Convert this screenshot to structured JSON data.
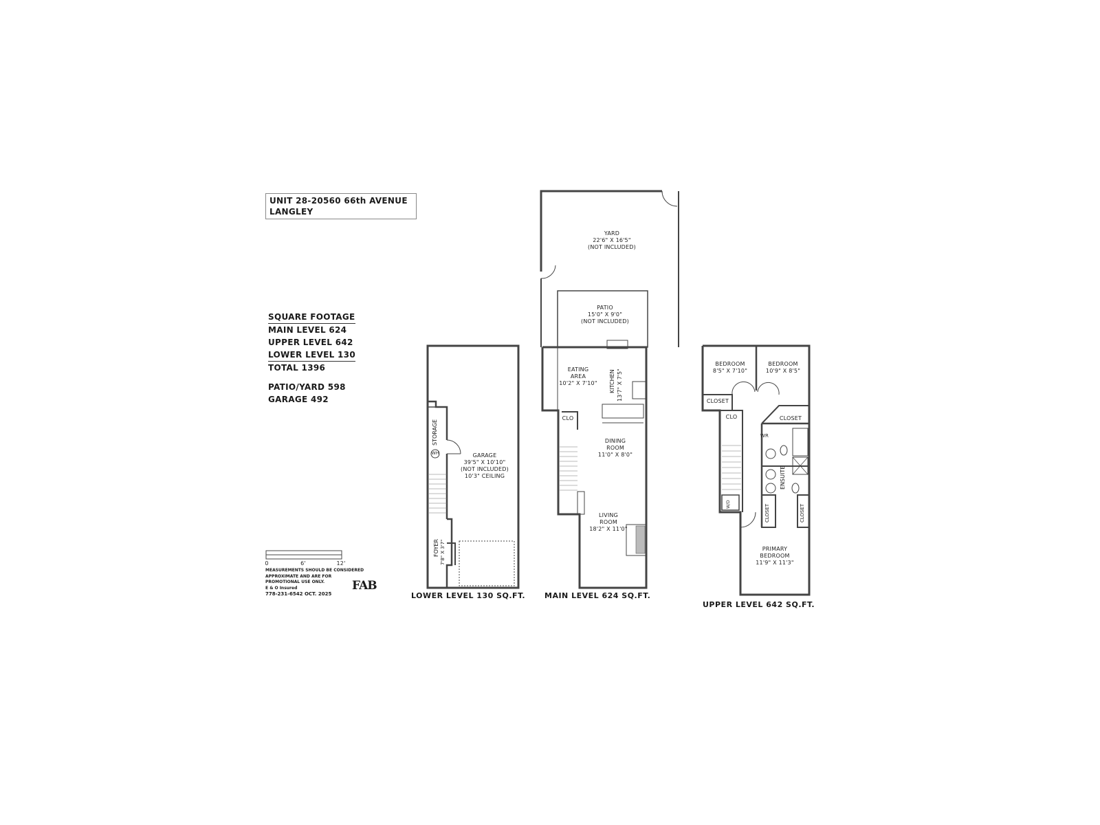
{
  "title": {
    "line1": "UNIT 28-20560 66th AVENUE",
    "line2": "LANGLEY"
  },
  "square_footage": {
    "heading": "SQUARE FOOTAGE",
    "main": "MAIN LEVEL 624",
    "upper": "UPPER LEVEL 642",
    "lower": "LOWER LEVEL 130",
    "total": "TOTAL 1396",
    "patio_yard": "PATIO/YARD 598",
    "garage": "GARAGE 492"
  },
  "scale_bar": {
    "ticks": [
      "0",
      "6'",
      "12'"
    ]
  },
  "disclaimer": {
    "line1": "MEASUREMENTS SHOULD BE CONSIDERED",
    "line2": "APPROXIMATE AND ARE FOR",
    "line3": "PROMOTIONAL USE ONLY.",
    "line4": "E & O Insured",
    "line5": "778-231-6542  OCT. 2025"
  },
  "logo": {
    "text": "FAB"
  },
  "levels": {
    "lower": {
      "caption": "LOWER LEVEL 130 SQ.FT.",
      "rooms": {
        "garage": {
          "name": "GARAGE",
          "dims": "39'5\" X 10'10\"",
          "note": "(NOT INCLUDED)",
          "ceiling": "10'3\" CEILING"
        },
        "storage": {
          "name": "STORAGE"
        },
        "wh": {
          "name": "WH"
        },
        "foyer": {
          "name": "FOYER",
          "dims": "7'8\" X 3'7\""
        }
      }
    },
    "main": {
      "caption": "MAIN LEVEL 624 SQ.FT.",
      "rooms": {
        "yard": {
          "name": "YARD",
          "dims": "22'6\" X 16'5\"",
          "note": "(NOT INCLUDED)"
        },
        "patio": {
          "name": "PATIO",
          "dims": "15'0\" X 9'0\"",
          "note": "(NOT INCLUDED)"
        },
        "eating": {
          "name1": "EATING",
          "name2": "AREA",
          "dims": "10'2\" X 7'10\""
        },
        "kitchen": {
          "name": "KITCHEN",
          "dims": "13'7\" X 7'5\""
        },
        "clo": {
          "name": "CLO"
        },
        "dining": {
          "name1": "DINING",
          "name2": "ROOM",
          "dims": "11'0\" X 8'0\""
        },
        "living": {
          "name1": "LIVING",
          "name2": "ROOM",
          "dims": "18'2\" X 11'0\""
        }
      }
    },
    "upper": {
      "caption": "UPPER LEVEL 642 SQ.FT.",
      "rooms": {
        "bedroom1": {
          "name": "BEDROOM",
          "dims": "8'5\" X 7'10\""
        },
        "bedroom2": {
          "name": "BEDROOM",
          "dims": "10'9\" X 8'5\""
        },
        "closet1": {
          "name": "CLOSET"
        },
        "closet2": {
          "name": "CLOSET"
        },
        "clo": {
          "name": "CLO"
        },
        "wr": {
          "name": "WR"
        },
        "ensuite": {
          "name": "ENSUITE"
        },
        "wd": {
          "name": "W/D"
        },
        "closet3": {
          "name": "CLOSET"
        },
        "closet4": {
          "name": "CLOSET"
        },
        "primary": {
          "name1": "PRIMARY",
          "name2": "BEDROOM",
          "dims": "11'9\" X 11'3\""
        }
      }
    }
  },
  "colors": {
    "wall": "#555555",
    "line": "#333333",
    "background": "#ffffff"
  }
}
